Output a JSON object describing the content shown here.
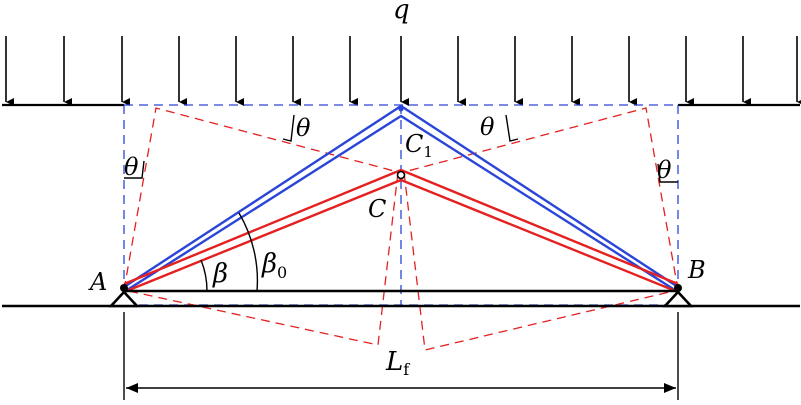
{
  "labels": {
    "load": "q",
    "left_support": "A",
    "right_support": "B",
    "apex_label": "C",
    "apex_upper_label": "C",
    "apex_upper_sub": "1",
    "beta": "β",
    "beta0": "β",
    "beta0_sub": "0",
    "theta_left": "θ",
    "theta_top_left": "θ",
    "theta_top_right": "θ",
    "theta_right": "θ",
    "span": "L",
    "span_sub": "f"
  },
  "colors": {
    "ink": "#000000",
    "blue": "#2a45d8",
    "red": "#e52020",
    "dashed_blue": "#2a45d8",
    "dashed_red": "#e52020"
  }
}
